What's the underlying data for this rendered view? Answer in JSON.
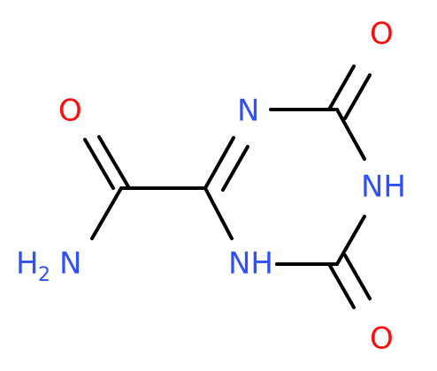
{
  "colors": {
    "background": "#ffffff",
    "bond": "#000000",
    "nitrogen": "#3050F8",
    "oxygen": "#FF0D0D"
  },
  "atoms": {
    "o_top": "O",
    "n3": "N",
    "nh5": "NH",
    "nh1": "NH",
    "o_bottom": "O",
    "o_amide": "O",
    "nh2_h": "H",
    "nh2_sub": "2",
    "nh2_n": "N"
  }
}
